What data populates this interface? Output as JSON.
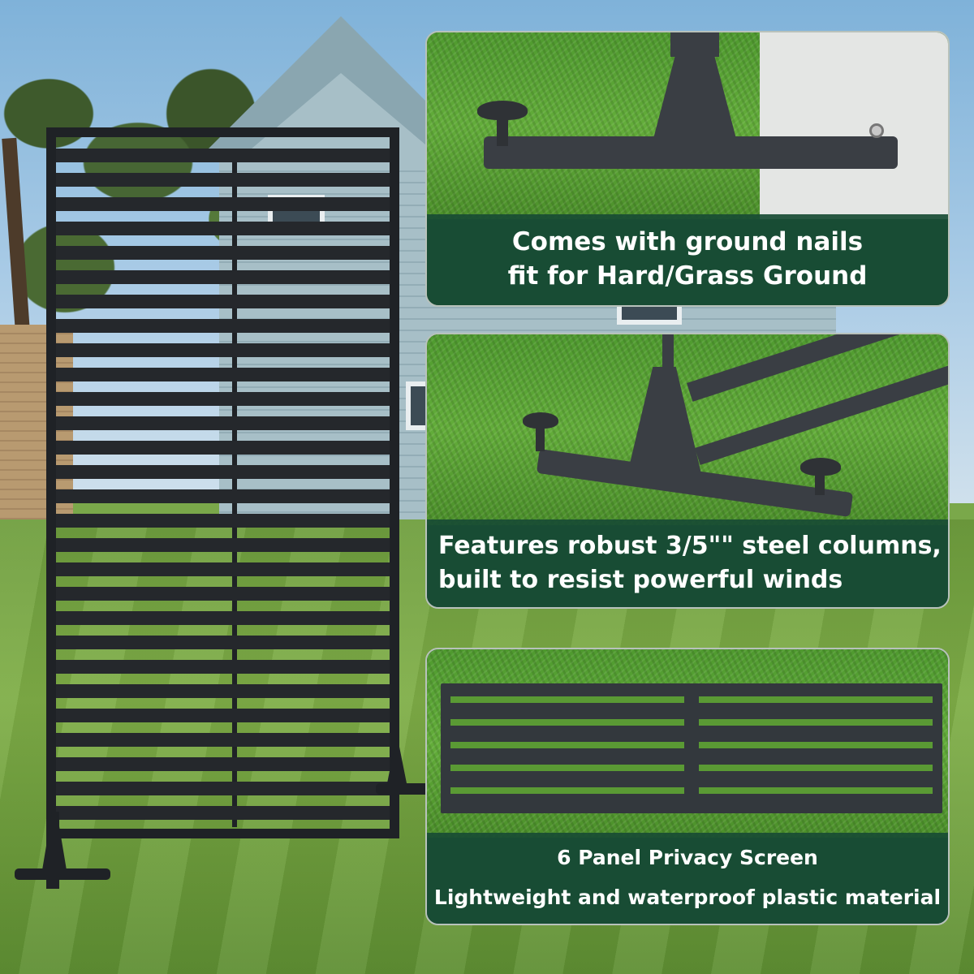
{
  "features": [
    {
      "lines": [
        "Comes with ground nails",
        "fit for Hard/Grass Ground"
      ]
    },
    {
      "lines": [
        "Features robust 3/5\"\" steel columns,",
        "built to resist powerful winds"
      ]
    },
    {
      "lines": [
        "6 Panel Privacy Screen",
        "Lightweight and waterproof plastic material"
      ]
    }
  ],
  "colors": {
    "band": "#184c34",
    "screen": "#1f2226",
    "grass": "#63ad3a",
    "text": "#ffffff"
  }
}
